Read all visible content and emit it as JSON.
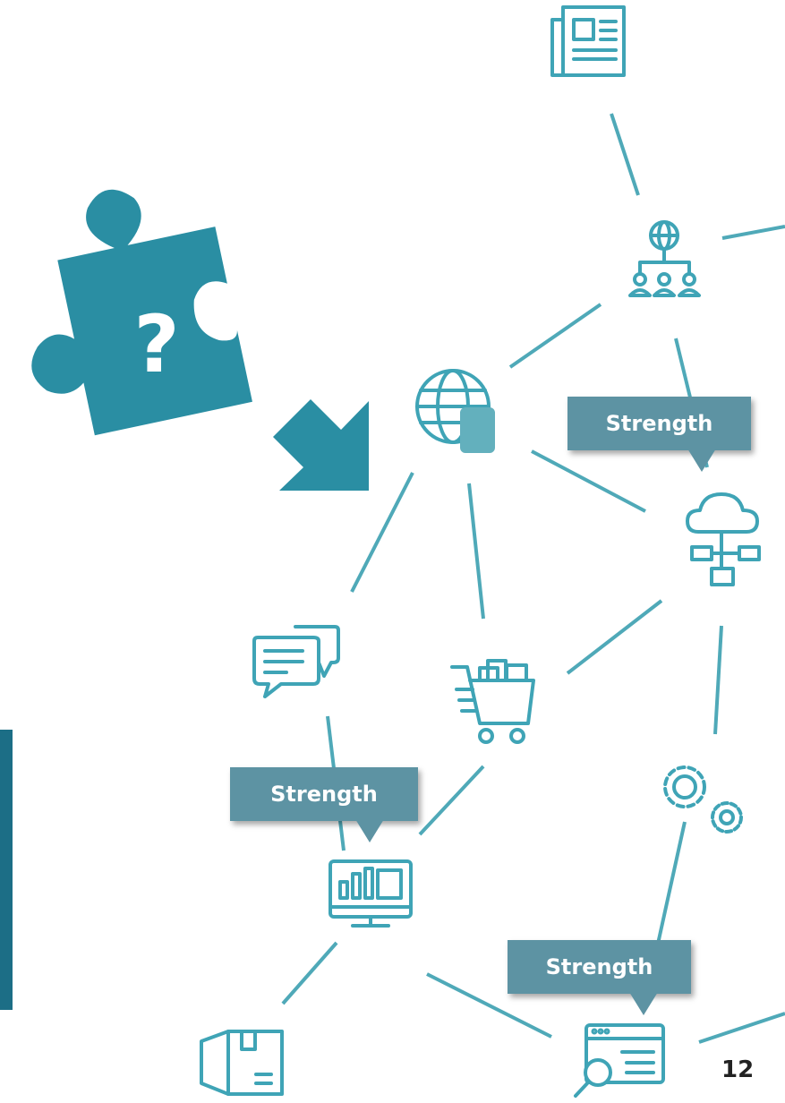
{
  "puzzle": {
    "symbol": "?"
  },
  "callouts": [
    {
      "label": "Strength"
    },
    {
      "label": "Strength"
    },
    {
      "label": "Strength"
    }
  ],
  "page_number": "12",
  "colors": {
    "line": "#4fa9b8",
    "icon": "#3fa4b6",
    "puzzle": "#2a8ea3",
    "callout": "#5d93a3",
    "bar": "#1c6e86"
  },
  "icons": [
    "newspaper-icon",
    "globe-network-icon",
    "globe-device-icon",
    "cloud-network-icon",
    "chat-bubbles-icon",
    "shopping-cart-icon",
    "gears-icon",
    "monitor-chart-icon",
    "package-box-icon",
    "web-search-icon"
  ]
}
